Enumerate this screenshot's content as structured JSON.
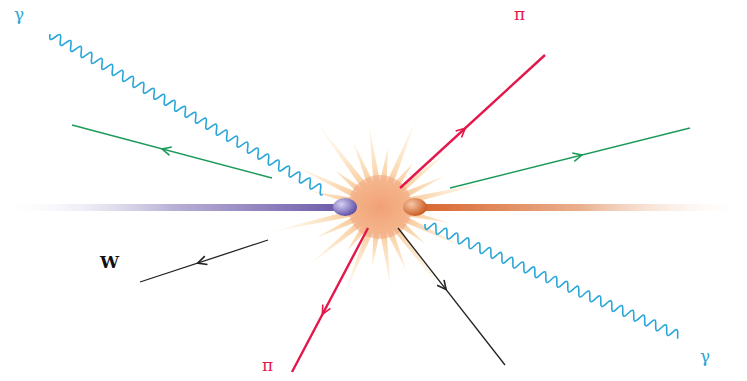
{
  "diagram": {
    "labels": [
      "γ",
      "π",
      "W",
      "π",
      "γ"
    ]
  }
}
